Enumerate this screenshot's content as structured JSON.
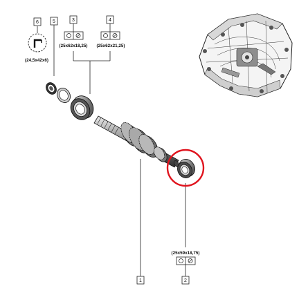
{
  "callouts": [
    {
      "ref": "6",
      "dimension": "(24,5x42x6)"
    },
    {
      "ref": "5",
      "dimension": ""
    },
    {
      "ref": "3",
      "dimension": "(25x62x18,25)"
    },
    {
      "ref": "4",
      "dimension": "(25x62x21,25)"
    },
    {
      "ref": "1",
      "dimension": ""
    },
    {
      "ref": "2",
      "dimension": "(25x59x18,75)"
    }
  ],
  "colors": {
    "highlight": "#e0141e",
    "line": "#222222",
    "metal_dark": "#3a3a3a",
    "metal_light": "#bdbdbd"
  },
  "icons": [
    "circlip-icon",
    "bearing-symbol-icon"
  ]
}
